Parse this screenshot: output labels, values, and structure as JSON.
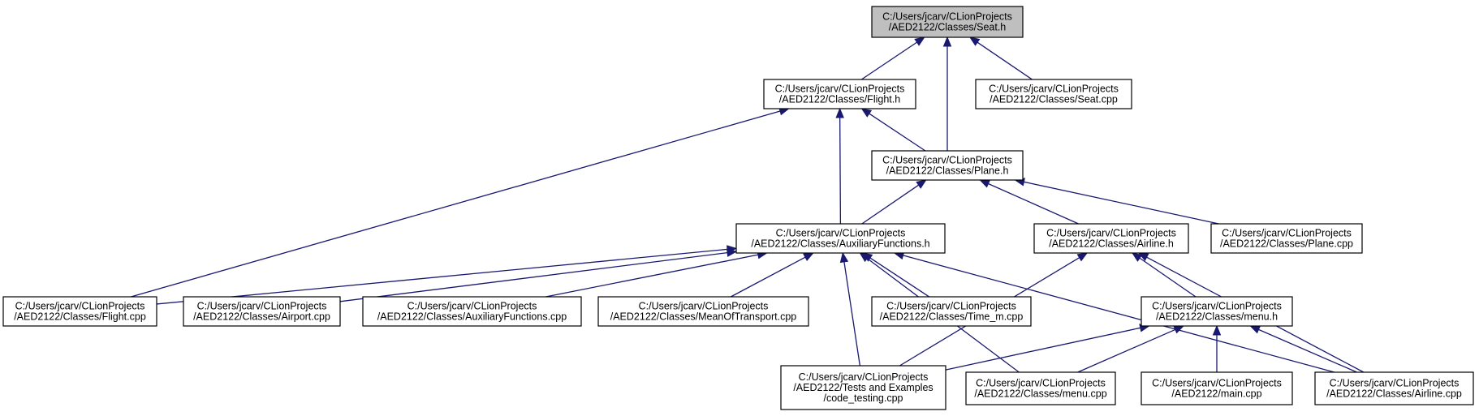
{
  "diagram": {
    "type": "include-dependency-graph",
    "colors": {
      "edge": "#191970",
      "root_fill": "#bfbfbf",
      "node_fill": "#ffffff",
      "border": "#000000"
    },
    "nodes": [
      {
        "id": "seat_h",
        "root": true,
        "lines": [
          "C:/Users/jcarv/CLionProjects",
          "/AED2122/Classes/Seat.h"
        ]
      },
      {
        "id": "flight_h",
        "lines": [
          "C:/Users/jcarv/CLionProjects",
          "/AED2122/Classes/Flight.h"
        ]
      },
      {
        "id": "seat_cpp",
        "lines": [
          "C:/Users/jcarv/CLionProjects",
          "/AED2122/Classes/Seat.cpp"
        ]
      },
      {
        "id": "plane_h",
        "lines": [
          "C:/Users/jcarv/CLionProjects",
          "/AED2122/Classes/Plane.h"
        ]
      },
      {
        "id": "aux_h",
        "lines": [
          "C:/Users/jcarv/CLionProjects",
          "/AED2122/Classes/AuxiliaryFunctions.h"
        ]
      },
      {
        "id": "airline_h",
        "lines": [
          "C:/Users/jcarv/CLionProjects",
          "/AED2122/Classes/Airline.h"
        ]
      },
      {
        "id": "plane_cpp",
        "lines": [
          "C:/Users/jcarv/CLionProjects",
          "/AED2122/Classes/Plane.cpp"
        ]
      },
      {
        "id": "flight_cpp",
        "lines": [
          "C:/Users/jcarv/CLionProjects",
          "/AED2122/Classes/Flight.cpp"
        ]
      },
      {
        "id": "airport_cpp",
        "lines": [
          "C:/Users/jcarv/CLionProjects",
          "/AED2122/Classes/Airport.cpp"
        ]
      },
      {
        "id": "aux_cpp",
        "lines": [
          "C:/Users/jcarv/CLionProjects",
          "/AED2122/Classes/AuxiliaryFunctions.cpp"
        ]
      },
      {
        "id": "mean_cpp",
        "lines": [
          "C:/Users/jcarv/CLionProjects",
          "/AED2122/Classes/MeanOfTransport.cpp"
        ]
      },
      {
        "id": "time_cpp",
        "lines": [
          "C:/Users/jcarv/CLionProjects",
          "/AED2122/Classes/Time_m.cpp"
        ]
      },
      {
        "id": "menu_h",
        "lines": [
          "C:/Users/jcarv/CLionProjects",
          "/AED2122/Classes/menu.h"
        ]
      },
      {
        "id": "code_testing",
        "lines": [
          "C:/Users/jcarv/CLionProjects",
          "/AED2122/Tests and Examples",
          "/code_testing.cpp"
        ]
      },
      {
        "id": "menu_cpp",
        "lines": [
          "C:/Users/jcarv/CLionProjects",
          "/AED2122/Classes/menu.cpp"
        ]
      },
      {
        "id": "main_cpp",
        "lines": [
          "C:/Users/jcarv/CLionProjects",
          "/AED2122/main.cpp"
        ]
      },
      {
        "id": "airline_cpp",
        "lines": [
          "C:/Users/jcarv/CLionProjects",
          "/AED2122/Classes/Airline.cpp"
        ]
      }
    ],
    "edges": [
      {
        "from": "flight_h",
        "to": "seat_h"
      },
      {
        "from": "seat_cpp",
        "to": "seat_h"
      },
      {
        "from": "plane_h",
        "to": "seat_h"
      },
      {
        "from": "plane_h",
        "to": "flight_h"
      },
      {
        "from": "aux_h",
        "to": "flight_h"
      },
      {
        "from": "flight_cpp",
        "to": "flight_h"
      },
      {
        "from": "aux_h",
        "to": "plane_h"
      },
      {
        "from": "airline_h",
        "to": "plane_h"
      },
      {
        "from": "plane_cpp",
        "to": "plane_h"
      },
      {
        "from": "flight_cpp",
        "to": "aux_h"
      },
      {
        "from": "airport_cpp",
        "to": "aux_h"
      },
      {
        "from": "aux_cpp",
        "to": "aux_h"
      },
      {
        "from": "mean_cpp",
        "to": "aux_h"
      },
      {
        "from": "code_testing",
        "to": "aux_h"
      },
      {
        "from": "time_cpp",
        "to": "aux_h"
      },
      {
        "from": "menu_cpp",
        "to": "aux_h"
      },
      {
        "from": "airline_cpp",
        "to": "aux_h"
      },
      {
        "from": "menu_h",
        "to": "airline_h"
      },
      {
        "from": "code_testing",
        "to": "airline_h"
      },
      {
        "from": "airline_cpp",
        "to": "airline_h"
      },
      {
        "from": "code_testing",
        "to": "menu_h"
      },
      {
        "from": "menu_cpp",
        "to": "menu_h"
      },
      {
        "from": "main_cpp",
        "to": "menu_h"
      },
      {
        "from": "airline_cpp",
        "to": "menu_h"
      }
    ]
  }
}
